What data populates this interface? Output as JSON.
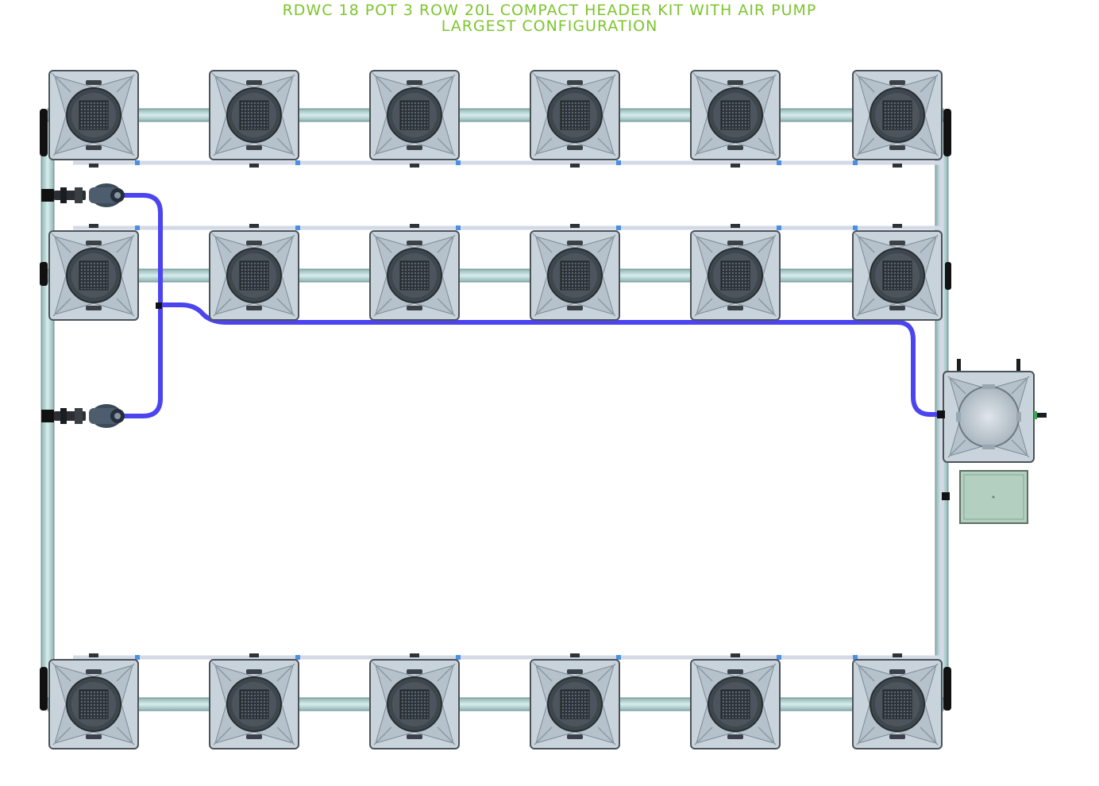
{
  "title": {
    "line1": "RDWC 18 POT 3 ROW 20L COMPACT HEADER KIT WITH AIR PUMP",
    "line2": "LARGEST CONFIGURATION"
  },
  "layout": {
    "rows": 3,
    "pots_per_row": 6,
    "pot_size": "20L",
    "components": [
      "pots",
      "header-tank",
      "air-pump",
      "water-pumps",
      "pipework",
      "air-line"
    ]
  },
  "colors": {
    "title": "#7dc52e",
    "pot": "#c9d3db",
    "pot_edge": "#4b535a",
    "pipe": "#a9c9c9",
    "air_line": "#4b44f0",
    "air_pump": "#b3cfc0",
    "connector": "#4a90e2"
  }
}
